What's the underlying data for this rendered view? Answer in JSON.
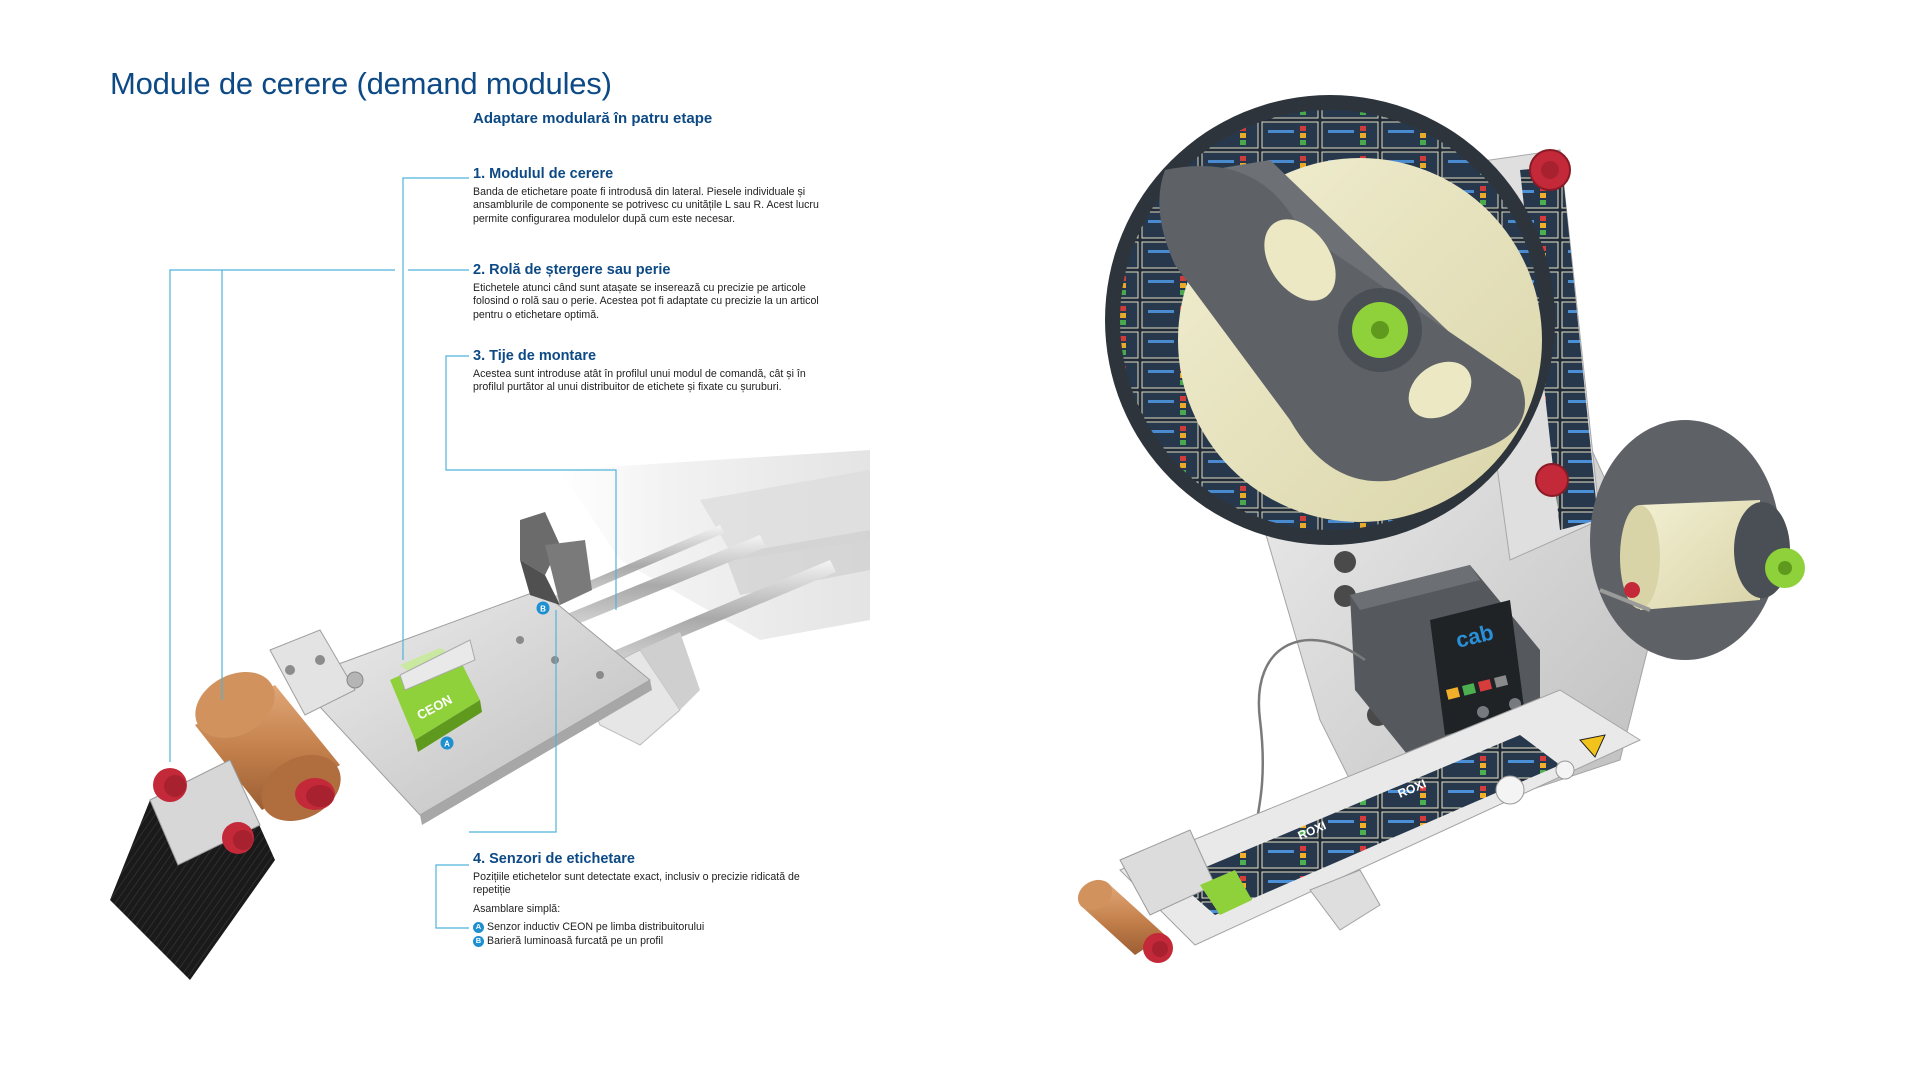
{
  "title": "Module de cerere (demand modules)",
  "subtitle": "Adaptare modulară în patru etape",
  "callouts": [
    {
      "heading": "1. Modulul de cerere",
      "text": "Banda de etichetare poate fi introdusă din lateral. Piesele individuale și ansamblurile de componente se potrivesc cu unitățile L sau R. Acest lucru permite configurarea modulelor după cum este necesar."
    },
    {
      "heading": "2. Rolă de ștergere sau perie",
      "text": "Etichetele atunci când sunt atașate se inserează cu precizie pe articole folosind o rolă sau o perie. Acestea pot fi adaptate cu precizie la un articol pentru o etichetare optimă."
    },
    {
      "heading": "3. Tije de montare",
      "text": "Acestea sunt introduse atât în profilul unui modul de comandă, cât și în profilul purtător al unui distribuitor de etichete și fixate cu șuruburi."
    },
    {
      "heading": "4. Senzori de etichetare",
      "text": "Pozițiile etichetelor sunt detectate exact, inclusiv o precizie ridicată de repetiție",
      "assembly_label": "Asamblare simplă:",
      "items": [
        {
          "badge": "A",
          "text": "Senzor inductiv CEON pe limba distribuitorului"
        },
        {
          "badge": "B",
          "text": "Barieră luminoasă furcată pe un profil"
        }
      ]
    }
  ],
  "illustration": {
    "sensor_badge_a": "A",
    "sensor_badge_b": "B",
    "sensor_brand": "CEON",
    "printer_brand": "cab",
    "label_brand": "ROXI"
  },
  "colors": {
    "heading": "#0d4a85",
    "leader": "#4fb3d9",
    "sensor_green": "#8fd13a",
    "roller": "#c7844f",
    "knob_red": "#c4293a",
    "spool": "#ece8c4",
    "metal": "#d9d9d9",
    "dark_gray": "#5f6366"
  }
}
